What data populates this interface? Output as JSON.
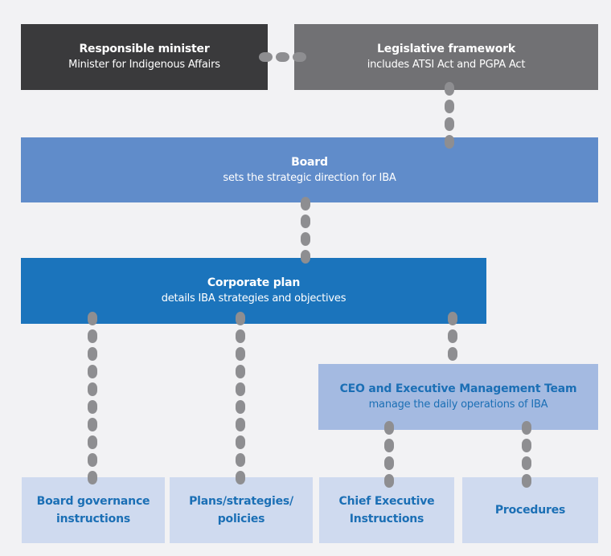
{
  "diagram": {
    "nodes": [
      {
        "id": "minister",
        "title": "Responsible minister",
        "subtitle": "Minister for Indigenous Affairs"
      },
      {
        "id": "legislative",
        "title": "Legislative framework",
        "subtitle": "includes ATSI Act and PGPA Act"
      },
      {
        "id": "board",
        "title": "Board",
        "subtitle": "sets the strategic direction for IBA"
      },
      {
        "id": "corporate",
        "title": "Corporate plan",
        "subtitle": "details IBA strategies and objectives"
      },
      {
        "id": "ceo",
        "title": "CEO and Executive Management Team",
        "subtitle": "manage the daily operations of IBA"
      },
      {
        "id": "leaf0",
        "title_lines": [
          "Board governance",
          "instructions"
        ]
      },
      {
        "id": "leaf1",
        "title_lines": [
          "Plans/strategies/",
          "policies"
        ]
      },
      {
        "id": "leaf2",
        "title_lines": [
          "Chief Executive",
          "Instructions"
        ]
      },
      {
        "id": "leaf3",
        "title_lines": [
          "Procedures"
        ]
      }
    ],
    "edges": [
      {
        "from": "minister",
        "to": "legislative",
        "style": "dotted"
      },
      {
        "from": "legislative",
        "to": "board",
        "style": "dotted"
      },
      {
        "from": "board",
        "to": "corporate",
        "style": "dotted"
      },
      {
        "from": "corporate",
        "to": "leaf0",
        "style": "dotted"
      },
      {
        "from": "corporate",
        "to": "leaf1",
        "style": "dotted"
      },
      {
        "from": "corporate",
        "to": "ceo",
        "style": "dotted"
      },
      {
        "from": "ceo",
        "to": "leaf2",
        "style": "dotted"
      },
      {
        "from": "ceo",
        "to": "leaf3",
        "style": "dotted"
      }
    ],
    "colors": {
      "background": "#f2f2f4",
      "minister": "#3a3a3c",
      "legislative": "#717174",
      "board": "#608cca",
      "corporate": "#1b74bc",
      "ceo": "#a4bae1",
      "leaf": "#cfdaef",
      "connector": "#8e8e91",
      "dark_text": "#1b6fb5"
    }
  }
}
